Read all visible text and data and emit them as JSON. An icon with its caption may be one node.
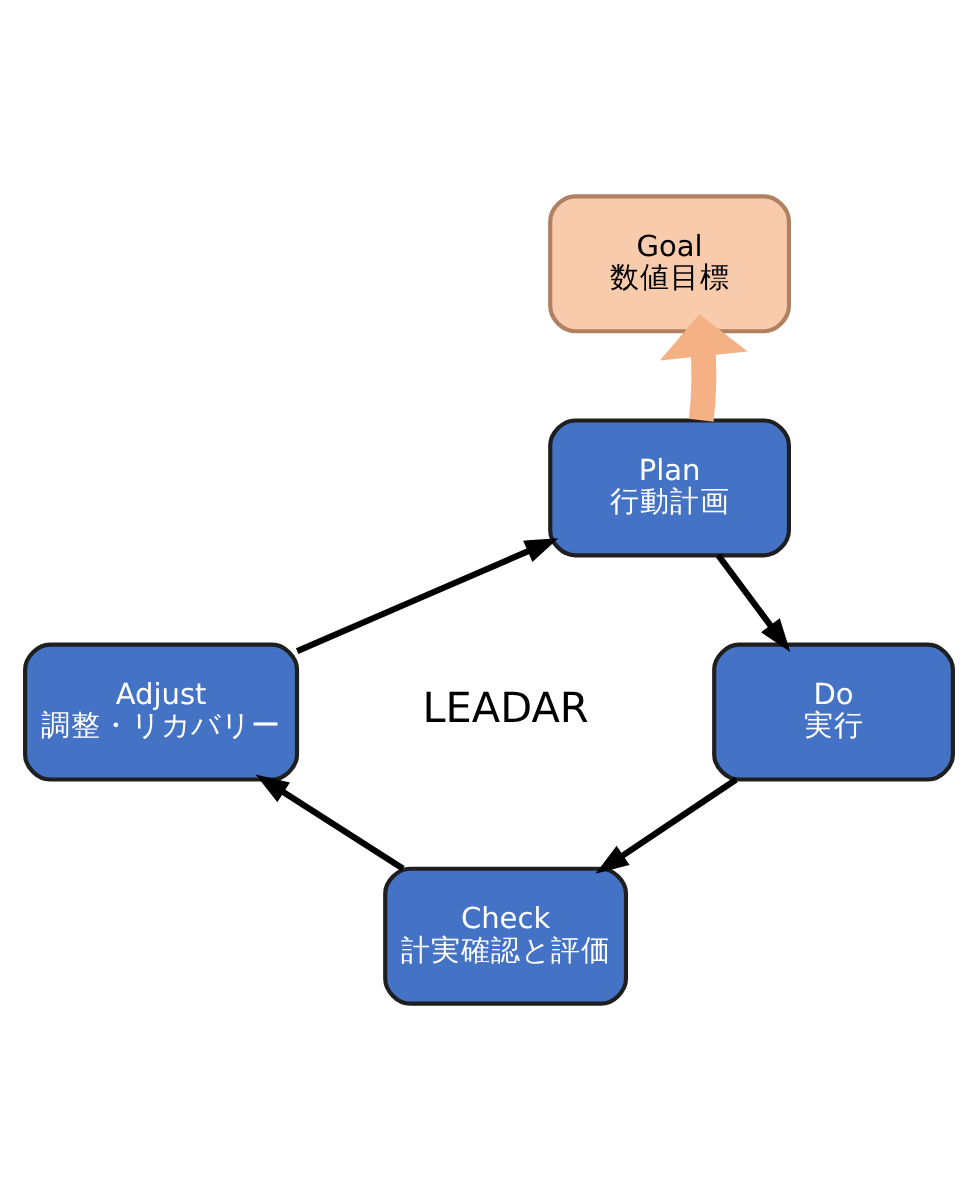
{
  "diagram": {
    "nodes": [
      {
        "text": [
          "Goal",
          "数値目標"
        ]
      },
      {
        "text": [
          "Plan",
          "行動計画"
        ]
      },
      {
        "text": [
          "Do",
          "実行"
        ]
      },
      {
        "text": [
          "Check",
          "計実確認と評価"
        ]
      },
      {
        "text": [
          "Adjust",
          "調整・リカバリー"
        ]
      }
    ],
    "edges": [
      {
        "from": 1,
        "to": 0,
        "arrow": "to",
        "style": "thick",
        "color": "#f4b183"
      },
      {
        "from": 1,
        "to": 2,
        "arrow": "to"
      },
      {
        "from": 2,
        "to": 3,
        "arrow": "to"
      },
      {
        "from": 3,
        "to": 4,
        "arrow": "to"
      },
      {
        "from": 4,
        "to": 1,
        "arrow": "to"
      }
    ],
    "labels": [
      "LEADAR"
    ]
  }
}
